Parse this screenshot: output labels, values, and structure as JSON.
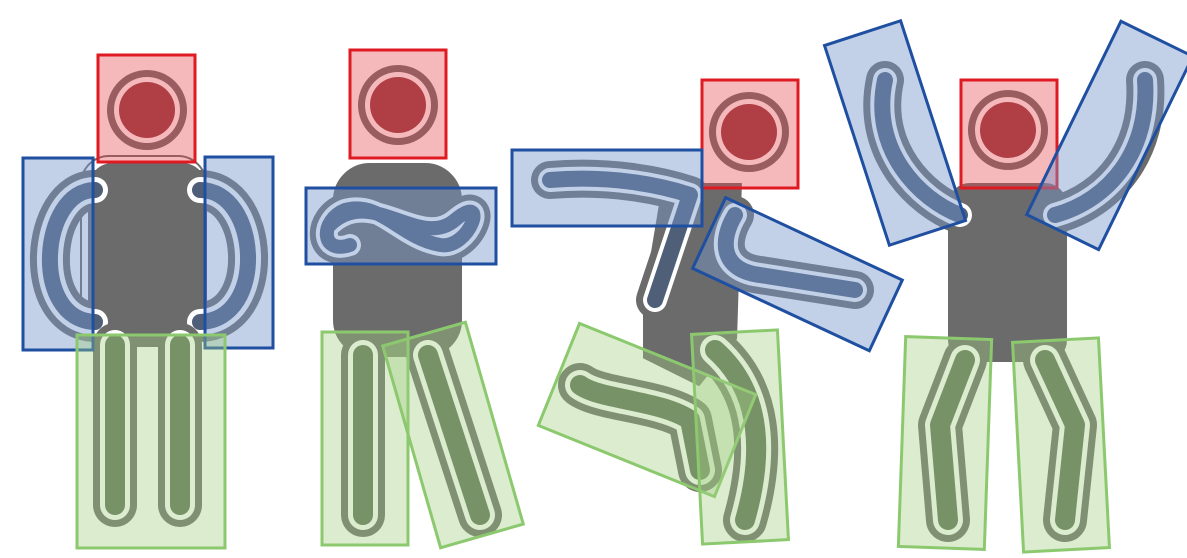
{
  "figure": {
    "figures": [
      {
        "id": "figure-1",
        "pose": "standing-hands-on-hips"
      },
      {
        "id": "figure-2",
        "pose": "arms-crossed-leg-out"
      },
      {
        "id": "figure-3",
        "pose": "running"
      },
      {
        "id": "figure-4",
        "pose": "arms-raised"
      }
    ],
    "parts": [
      "head",
      "arm",
      "leg"
    ],
    "colors": {
      "body": "#6b6b6b",
      "head_fill": "#8f3a3f",
      "arm_fill": "#4e5f77",
      "leg_fill": "#5f6e58",
      "outline": "#ffffff",
      "head_box_stroke": "#e01a22",
      "arm_box_stroke": "#1f4fa0",
      "leg_box_stroke": "#8cc96e"
    }
  }
}
